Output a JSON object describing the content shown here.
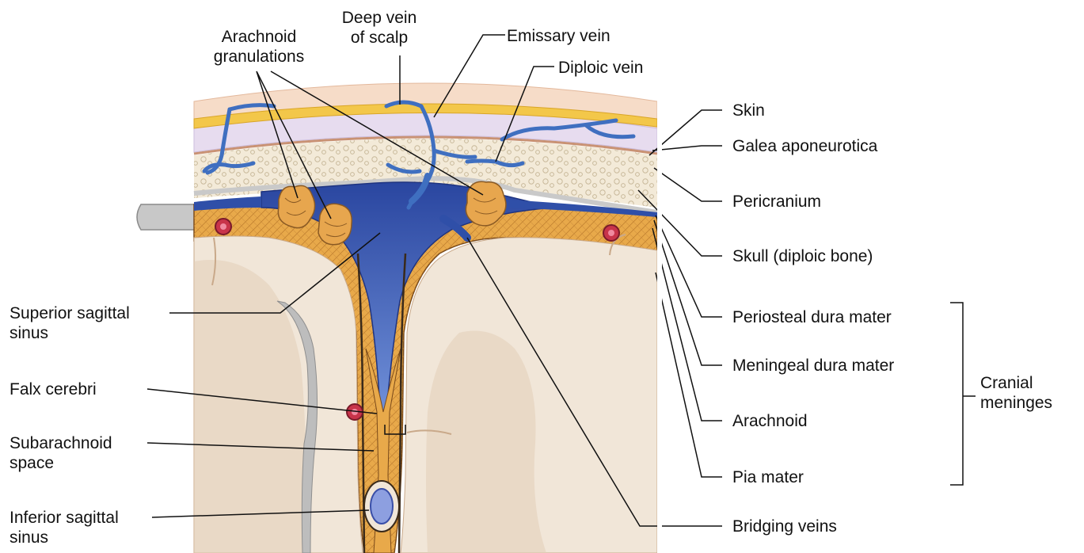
{
  "labels": {
    "deep_vein_line1": "Deep vein",
    "deep_vein_line2": "of scalp",
    "arachnoid_gran_line1": "Arachnoid",
    "arachnoid_gran_line2": "granulations",
    "emissary_vein": "Emissary vein",
    "diploic_vein": "Diploic vein",
    "skin": "Skin",
    "galea": "Galea aponeurotica",
    "pericranium": "Pericranium",
    "skull": "Skull (diploic bone)",
    "periosteal_dura": "Periosteal dura mater",
    "meningeal_dura": "Meningeal dura mater",
    "arachnoid": "Arachnoid",
    "pia": "Pia mater",
    "bridging_veins": "Bridging veins",
    "cranial_line1": "Cranial",
    "cranial_line2": "meninges",
    "sss_line1": "Superior sagittal",
    "sss_line2": "sinus",
    "falx": "Falx cerebri",
    "subarachnoid_line1": "Subarachnoid",
    "subarachnoid_line2": "space",
    "iss_line1": "Inferior sagittal",
    "iss_line2": "sinus"
  },
  "colors": {
    "skin": "#f6dcc8",
    "galea": "#e7dcef",
    "bone": "#f3ead8",
    "dura": "#e8a94a",
    "sinus": "#2f4fa8",
    "vein": "#3f6fc0",
    "brain": "#f1e6d8",
    "gyrus_shadow": "#e2cdb8",
    "artery": "#c8344a",
    "leader": "#111111"
  }
}
